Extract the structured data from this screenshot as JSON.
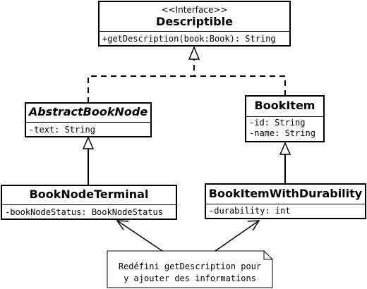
{
  "colors": {
    "line": "#000000",
    "background": "#ffffff"
  },
  "descriptible": {
    "stereotype": "<<Interface>>",
    "name": "Descriptible",
    "methods": [
      "+getDescription(book:Book): String"
    ]
  },
  "abstract_book_node": {
    "name": "AbstractBookNode",
    "attributes": [
      "-text: String"
    ]
  },
  "book_item": {
    "name": "BookItem",
    "attributes": [
      "-id: String",
      "-name: String"
    ]
  },
  "book_node_terminal": {
    "name": "BookNodeTerminal",
    "attributes": [
      "-bookNodeStatus: BookNodeStatus"
    ]
  },
  "book_item_with_durability": {
    "name": "BookItemWithDurability",
    "attributes": [
      "-durability: int"
    ]
  },
  "note": {
    "lines": [
      "Redéfini getDescription pour",
      "y ajouter des informations"
    ]
  }
}
